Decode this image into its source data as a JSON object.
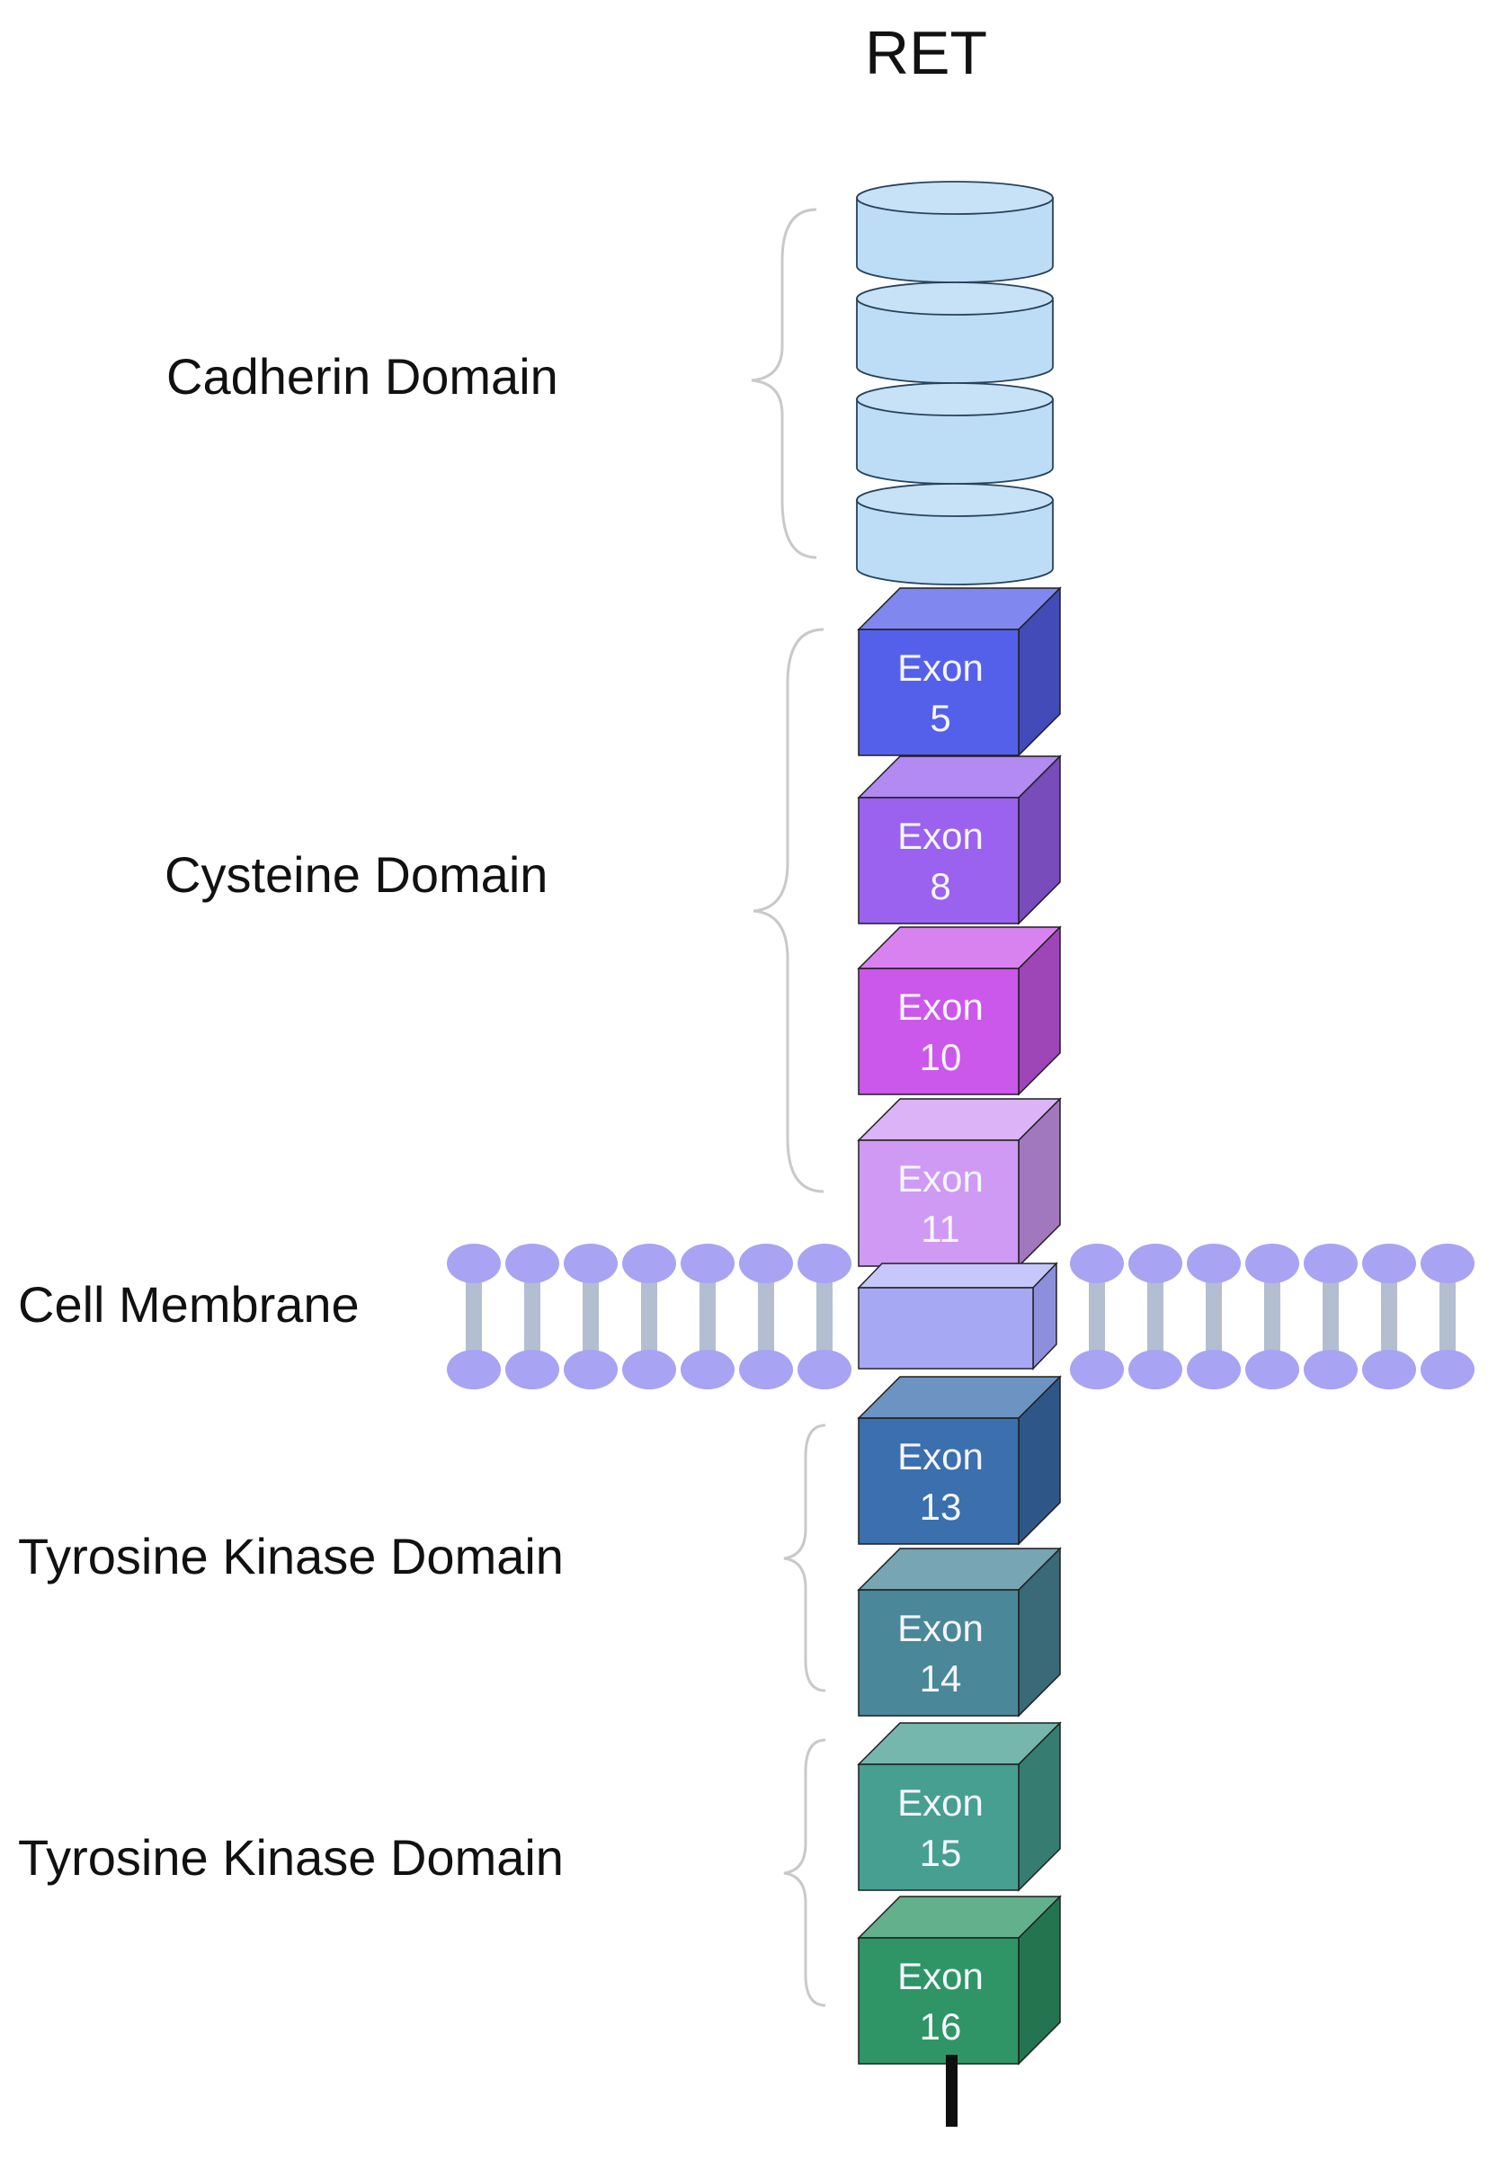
{
  "title": "RET",
  "domains": {
    "cadherin": "Cadherin Domain",
    "cysteine": "Cysteine Domain",
    "membrane": "Cell Membrane",
    "tk1": "Tyrosine Kinase Domain",
    "tk2": "Tyrosine Kinase Domain"
  },
  "exons": [
    {
      "label": "Exon",
      "number": "5"
    },
    {
      "label": "Exon",
      "number": "8"
    },
    {
      "label": "Exon",
      "number": "10"
    },
    {
      "label": "Exon",
      "number": "11"
    },
    {
      "label": "Exon",
      "number": "13"
    },
    {
      "label": "Exon",
      "number": "14"
    },
    {
      "label": "Exon",
      "number": "15"
    },
    {
      "label": "Exon",
      "number": "16"
    }
  ],
  "colors": {
    "cadherin_disk": "#bddcf5",
    "membrane_lipid": "#a9a3f3",
    "membrane_tail": "#b3bed1",
    "tm_segment": "#a7a8f4",
    "exon_5": "#5560ea",
    "exon_8": "#9a62ee",
    "exon_10": "#cb58ea",
    "exon_11": "#cf9af3",
    "exon_13": "#3b6fad",
    "exon_14": "#4a8799",
    "exon_15": "#479f91",
    "exon_16": "#2f9566",
    "tail": "#0f0f0f"
  }
}
